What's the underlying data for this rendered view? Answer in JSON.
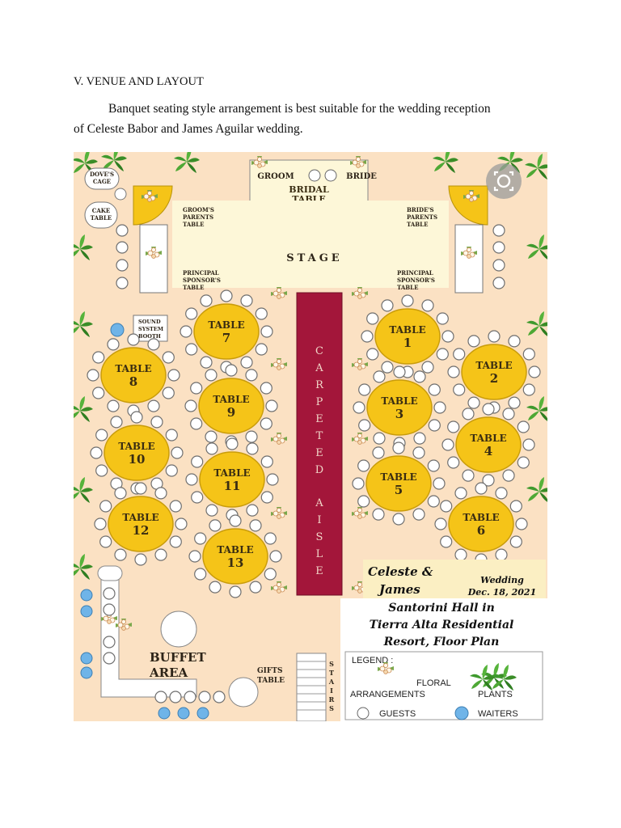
{
  "document": {
    "heading": "V. VENUE AND LAYOUT",
    "paragraph_line1": "Banquet seating style arrangement is best suitable for the wedding reception",
    "paragraph_line2": "of Celeste Babor and James Aguilar wedding."
  },
  "floor_plan": {
    "labels": {
      "groom": "GROOM",
      "bride": "BRIDE",
      "bridal_table_1": "BRIDAL",
      "bridal_table_2": "TABLE",
      "doves_cage_1": "DOVE'S",
      "doves_cage_2": "CAGE",
      "cake_table_1": "CAKE",
      "cake_table_2": "TABLE",
      "grooms_parents_1": "GROOM'S",
      "grooms_parents_2": "PARENTS",
      "grooms_parents_3": "TABLE",
      "brides_parents_1": "BRIDE'S",
      "brides_parents_2": "PARENTS",
      "brides_parents_3": "TABLE",
      "stage": "STAGE",
      "principal_left_1": "PRINCIPAL",
      "principal_left_2": "SPONSOR'S",
      "principal_left_3": "TABLE",
      "principal_right_1": "PRINCIPAL",
      "principal_right_2": "SPONSOR'S",
      "principal_right_3": "TABLE",
      "sound_1": "SOUND",
      "sound_2": "SYSTEM",
      "sound_3": "BOOTH",
      "aisle_1": "CARPETED",
      "aisle_2": "AISLE",
      "buffet_1": "BUFFET",
      "buffet_2": "AREA",
      "gifts_1": "GIFTS",
      "gifts_2": "TABLE",
      "stairs": "STAIRS"
    },
    "table_word": "TABLE",
    "tables": [
      {
        "number": "1"
      },
      {
        "number": "2"
      },
      {
        "number": "3"
      },
      {
        "number": "4"
      },
      {
        "number": "5"
      },
      {
        "number": "6"
      },
      {
        "number": "7"
      },
      {
        "number": "8"
      },
      {
        "number": "9"
      },
      {
        "number": "10"
      },
      {
        "number": "11"
      },
      {
        "number": "12"
      },
      {
        "number": "13"
      }
    ],
    "title": {
      "names_1": "Celeste &",
      "names_2": "James",
      "event": "Wedding",
      "date": "Dec. 18, 2021",
      "venue_1": "Santorini Hall in",
      "venue_2": "Tierra Alta Residential",
      "venue_3": "Resort, Floor Plan"
    },
    "legend": {
      "title": "LEGEND :",
      "floral_1": "FLORAL",
      "floral_2": "ARRANGEMENTS",
      "plants": "PLANTS",
      "guests": "GUESTS",
      "waiters": "WAITERS"
    },
    "colors": {
      "floor": "#fbe1c3",
      "table": "#f5c418",
      "aisle": "#a3163a",
      "stage": "#fdf7d8",
      "waiter": "#6fb4e8"
    }
  }
}
